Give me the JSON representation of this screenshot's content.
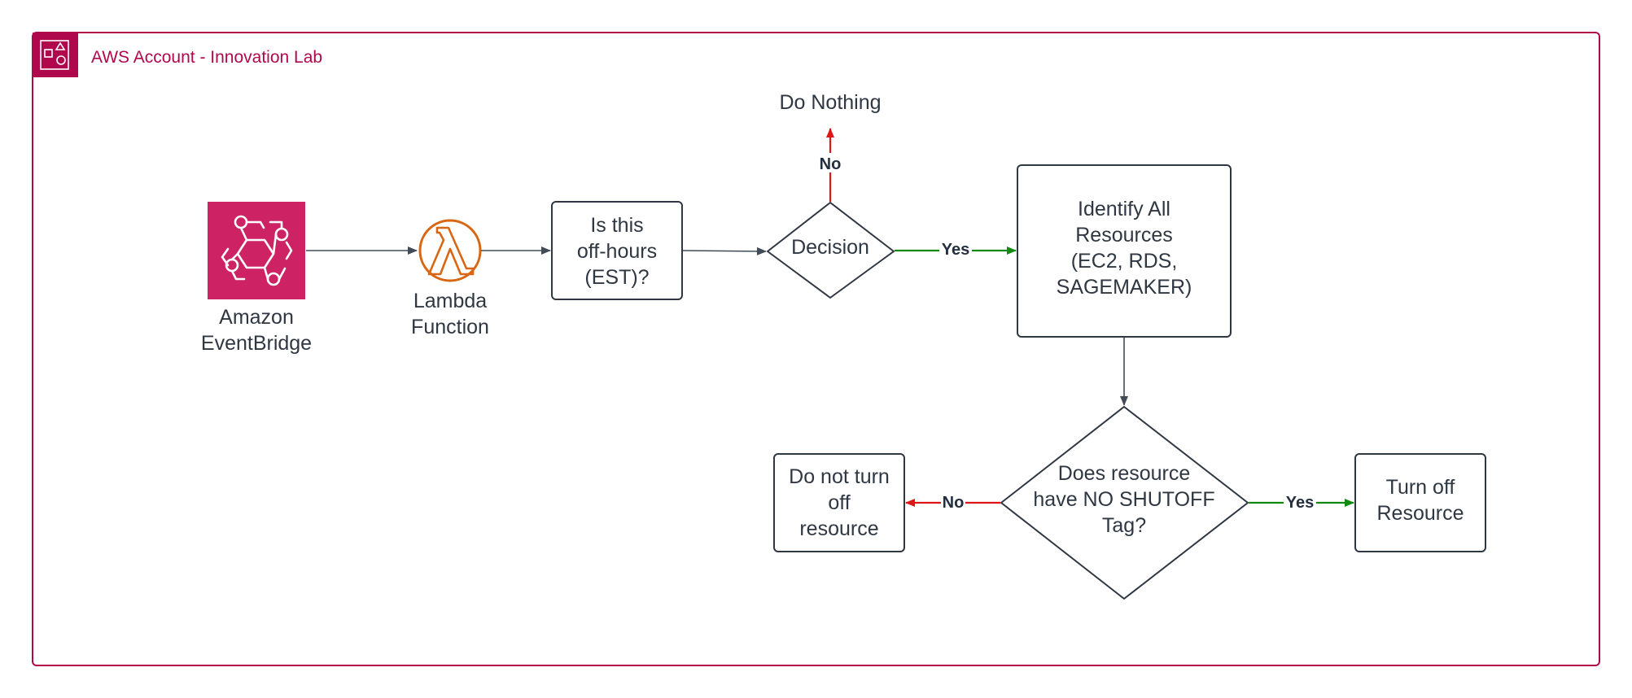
{
  "account": {
    "label": "AWS Account - Innovation Lab",
    "color": "#b0084d"
  },
  "nodes": {
    "eventbridge": {
      "label_line1": "Amazon",
      "label_line2": "EventBridge",
      "icon": "eventbridge-icon",
      "color": "#cd2264"
    },
    "lambda": {
      "label_line1": "Lambda",
      "label_line2": "Function",
      "icon": "lambda-icon",
      "color": "#d86613"
    },
    "offhours": {
      "line1": "Is this",
      "line2": "off-hours",
      "line3": "(EST)?"
    },
    "decision": {
      "label": "Decision"
    },
    "do_nothing": {
      "label": "Do Nothing"
    },
    "identify": {
      "line1": "Identify All",
      "line2": "Resources",
      "line3": "(EC2, RDS,",
      "line4": "SAGEMAKER)"
    },
    "shutoff_check": {
      "line1": "Does resource",
      "line2": "have NO SHUTOFF",
      "line3": "Tag?"
    },
    "turn_off": {
      "line1": "Turn off",
      "line2": "Resource"
    },
    "do_not_turn_off": {
      "line1": "Do not turn",
      "line2": "off",
      "line3": "resource"
    }
  },
  "edges": {
    "decision_no": "No",
    "decision_yes": "Yes",
    "tag_no": "No",
    "tag_yes": "Yes",
    "colors": {
      "default": "#414b57",
      "yes": "#118a11",
      "no": "#dd1515"
    }
  }
}
